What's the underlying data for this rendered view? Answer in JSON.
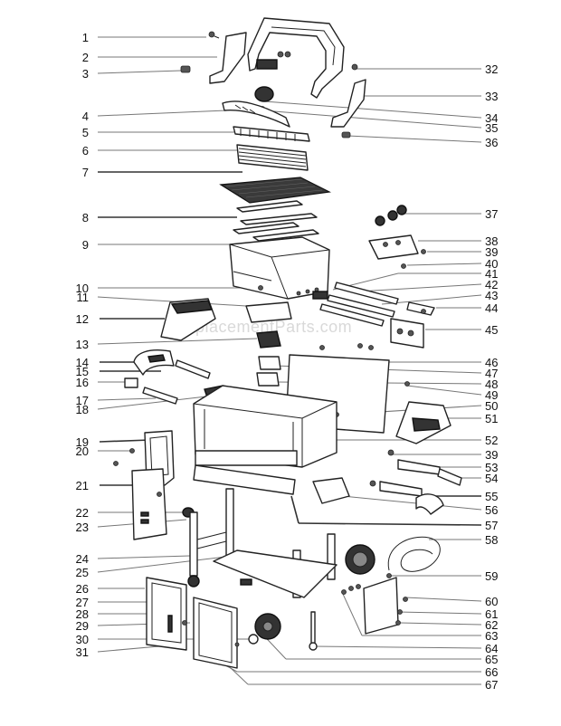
{
  "callouts_left": [
    {
      "n": "1"
    },
    {
      "n": "2"
    },
    {
      "n": "3"
    },
    {
      "n": "4"
    },
    {
      "n": "5"
    },
    {
      "n": "6"
    },
    {
      "n": "7"
    },
    {
      "n": "8"
    },
    {
      "n": "9"
    },
    {
      "n": "10"
    },
    {
      "n": "11"
    },
    {
      "n": "12"
    },
    {
      "n": "13"
    },
    {
      "n": "14"
    },
    {
      "n": "15"
    },
    {
      "n": "16"
    },
    {
      "n": "17"
    },
    {
      "n": "18"
    },
    {
      "n": "19"
    },
    {
      "n": "20"
    },
    {
      "n": "21"
    },
    {
      "n": "22"
    },
    {
      "n": "23"
    },
    {
      "n": "24"
    },
    {
      "n": "25"
    },
    {
      "n": "26"
    },
    {
      "n": "27"
    },
    {
      "n": "28"
    },
    {
      "n": "29"
    },
    {
      "n": "30"
    },
    {
      "n": "31"
    }
  ],
  "callouts_right": [
    {
      "n": "32"
    },
    {
      "n": "33"
    },
    {
      "n": "34"
    },
    {
      "n": "35"
    },
    {
      "n": "36"
    },
    {
      "n": "37"
    },
    {
      "n": "38"
    },
    {
      "n": "39"
    },
    {
      "n": "40"
    },
    {
      "n": "41"
    },
    {
      "n": "42"
    },
    {
      "n": "43"
    },
    {
      "n": "44"
    },
    {
      "n": "45"
    },
    {
      "n": "46"
    },
    {
      "n": "47"
    },
    {
      "n": "48"
    },
    {
      "n": "49"
    },
    {
      "n": "50"
    },
    {
      "n": "51"
    },
    {
      "n": "52"
    },
    {
      "n": "39"
    },
    {
      "n": "53"
    },
    {
      "n": "54"
    },
    {
      "n": "55"
    },
    {
      "n": "56"
    },
    {
      "n": "57"
    },
    {
      "n": "58"
    },
    {
      "n": "59"
    },
    {
      "n": "60"
    },
    {
      "n": "61"
    },
    {
      "n": "62"
    },
    {
      "n": "63"
    },
    {
      "n": "64"
    },
    {
      "n": "65"
    },
    {
      "n": "66"
    },
    {
      "n": "67"
    }
  ],
  "watermark": "ReplacementParts.com",
  "colors": {
    "ink": "#222222",
    "leader": "#777777",
    "watermark": "#d9d9d9"
  }
}
